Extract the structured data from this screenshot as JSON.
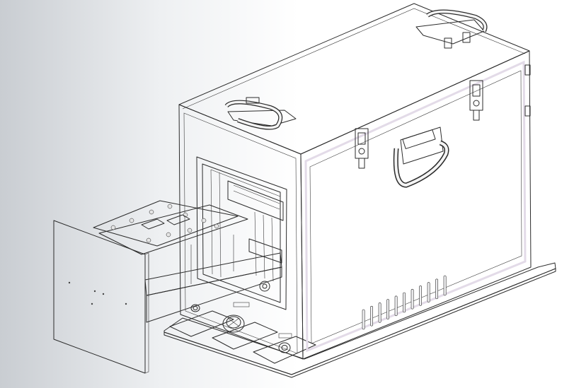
{
  "viewer": {
    "background_left": "#c9cdd2",
    "background_right": "#ffffff"
  },
  "colors": {
    "case_side": "#84788f",
    "case_top": "#f4f5f6",
    "front_panel": "#dcdcde",
    "base_plate": "#f3eef4",
    "tray_plate": "#4a4f48",
    "pcb_green": "#b6dba8",
    "rail_pink": "#e7cfe3",
    "outline": "#2b2b2b"
  },
  "model": {
    "icons": [
      "handle-icon",
      "latch-icon",
      "knob-icon",
      "switch-icon",
      "vent-slot-icon"
    ],
    "counts": {
      "side_vent_slots": 11,
      "latches": 2,
      "handles": 3
    }
  }
}
